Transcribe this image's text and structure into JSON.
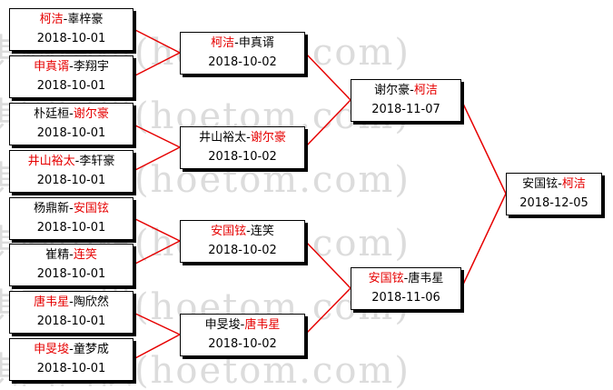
{
  "watermark": {
    "text": "棋圈围棋(hoetom.com)"
  },
  "colors": {
    "winner": "#e60000",
    "text": "#000000",
    "line": "#e60000"
  },
  "bracket": {
    "round1": [
      {
        "p1": "柯洁",
        "p2": "辜梓豪",
        "winner": 1,
        "date": "2018-10-01"
      },
      {
        "p1": "申真谞",
        "p2": "李翔宇",
        "winner": 1,
        "date": "2018-10-01"
      },
      {
        "p1": "朴廷桓",
        "p2": "谢尔豪",
        "winner": 2,
        "date": "2018-10-01"
      },
      {
        "p1": "井山裕太",
        "p2": "李轩豪",
        "winner": 1,
        "date": "2018-10-01"
      },
      {
        "p1": "杨鼎新",
        "p2": "安国铉",
        "winner": 2,
        "date": "2018-10-01"
      },
      {
        "p1": "崔精",
        "p2": "连笑",
        "winner": 2,
        "date": "2018-10-01"
      },
      {
        "p1": "唐韦星",
        "p2": "陶欣然",
        "winner": 1,
        "date": "2018-10-01"
      },
      {
        "p1": "申旻埈",
        "p2": "童梦成",
        "winner": 1,
        "date": "2018-10-01"
      }
    ],
    "round2": [
      {
        "p1": "柯洁",
        "p2": "申真谞",
        "winner": 1,
        "date": "2018-10-02"
      },
      {
        "p1": "井山裕太",
        "p2": "谢尔豪",
        "winner": 2,
        "date": "2018-10-02"
      },
      {
        "p1": "安国铉",
        "p2": "连笑",
        "winner": 1,
        "date": "2018-10-02"
      },
      {
        "p1": "申旻埈",
        "p2": "唐韦星",
        "winner": 2,
        "date": "2018-10-02"
      }
    ],
    "round3": [
      {
        "p1": "谢尔豪",
        "p2": "柯洁",
        "winner": 2,
        "date": "2018-11-07"
      },
      {
        "p1": "安国铉",
        "p2": "唐韦星",
        "winner": 1,
        "date": "2018-11-06"
      }
    ],
    "final": [
      {
        "p1": "安国铉",
        "p2": "柯洁",
        "winner": 2,
        "date": "2018-12-05"
      }
    ]
  }
}
